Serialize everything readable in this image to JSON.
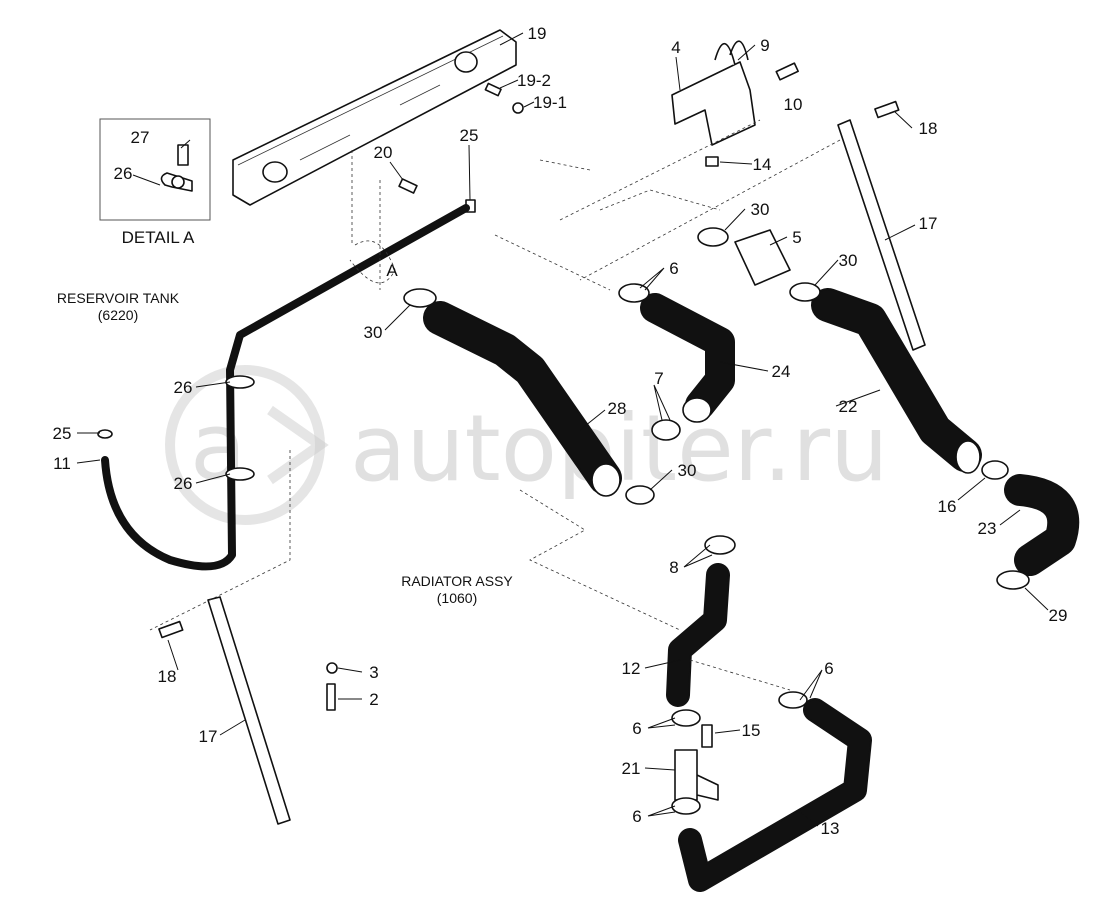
{
  "diagram": {
    "watermark": "autopiter.ru",
    "detail_title": "DETAIL A",
    "references": {
      "reservoir": [
        "RESERVOIR TANK",
        "(6220)"
      ],
      "radiator": [
        "RADIATOR ASSY",
        "(1060)"
      ]
    },
    "callouts": [
      "19",
      "9",
      "4",
      "19-2",
      "10",
      "19-1",
      "27",
      "26",
      "25",
      "20",
      "18",
      "14",
      "30",
      "5",
      "17",
      "A",
      "6",
      "30",
      "30",
      "24",
      "7",
      "26",
      "28",
      "22",
      "25",
      "11",
      "30",
      "26",
      "16",
      "23",
      "8",
      "29",
      "18",
      "3",
      "12",
      "6",
      "2",
      "6",
      "15",
      "17",
      "21",
      "6",
      "13"
    ]
  }
}
